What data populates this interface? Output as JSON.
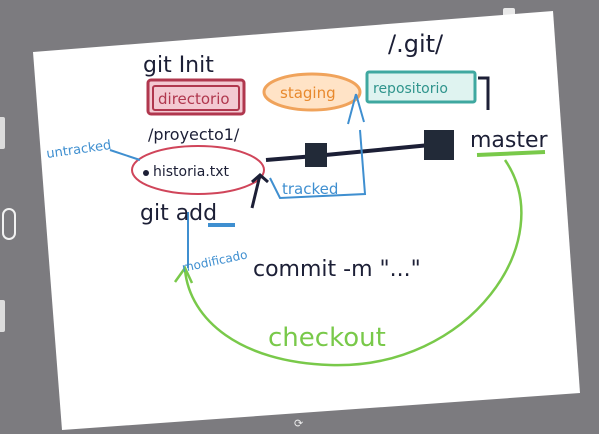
{
  "labels": {
    "git_init": "git Init",
    "dotgit": "/.git/",
    "directorio": "directorio",
    "staging": "staging",
    "repositorio": "repositorio",
    "proyecto": "/proyecto1/",
    "untracked": "untracked",
    "historia": "historia.txt",
    "tracked": "tracked",
    "master": "master",
    "git_add": "git add",
    "modificado": "modificado",
    "commit": "commit -m \"...\"",
    "checkout": "checkout"
  },
  "colors": {
    "frame": "#7c7b7f",
    "paper": "#ffffff",
    "ink": "#1c1f36",
    "red": "#b0374e",
    "orange": "#f0a35b",
    "teal": "#3fa8a0",
    "blue": "#3f8fd0",
    "green": "#79c94a",
    "commit_node": "#222a38"
  },
  "icons": [
    "home-button-icon",
    "rotate-icon"
  ]
}
